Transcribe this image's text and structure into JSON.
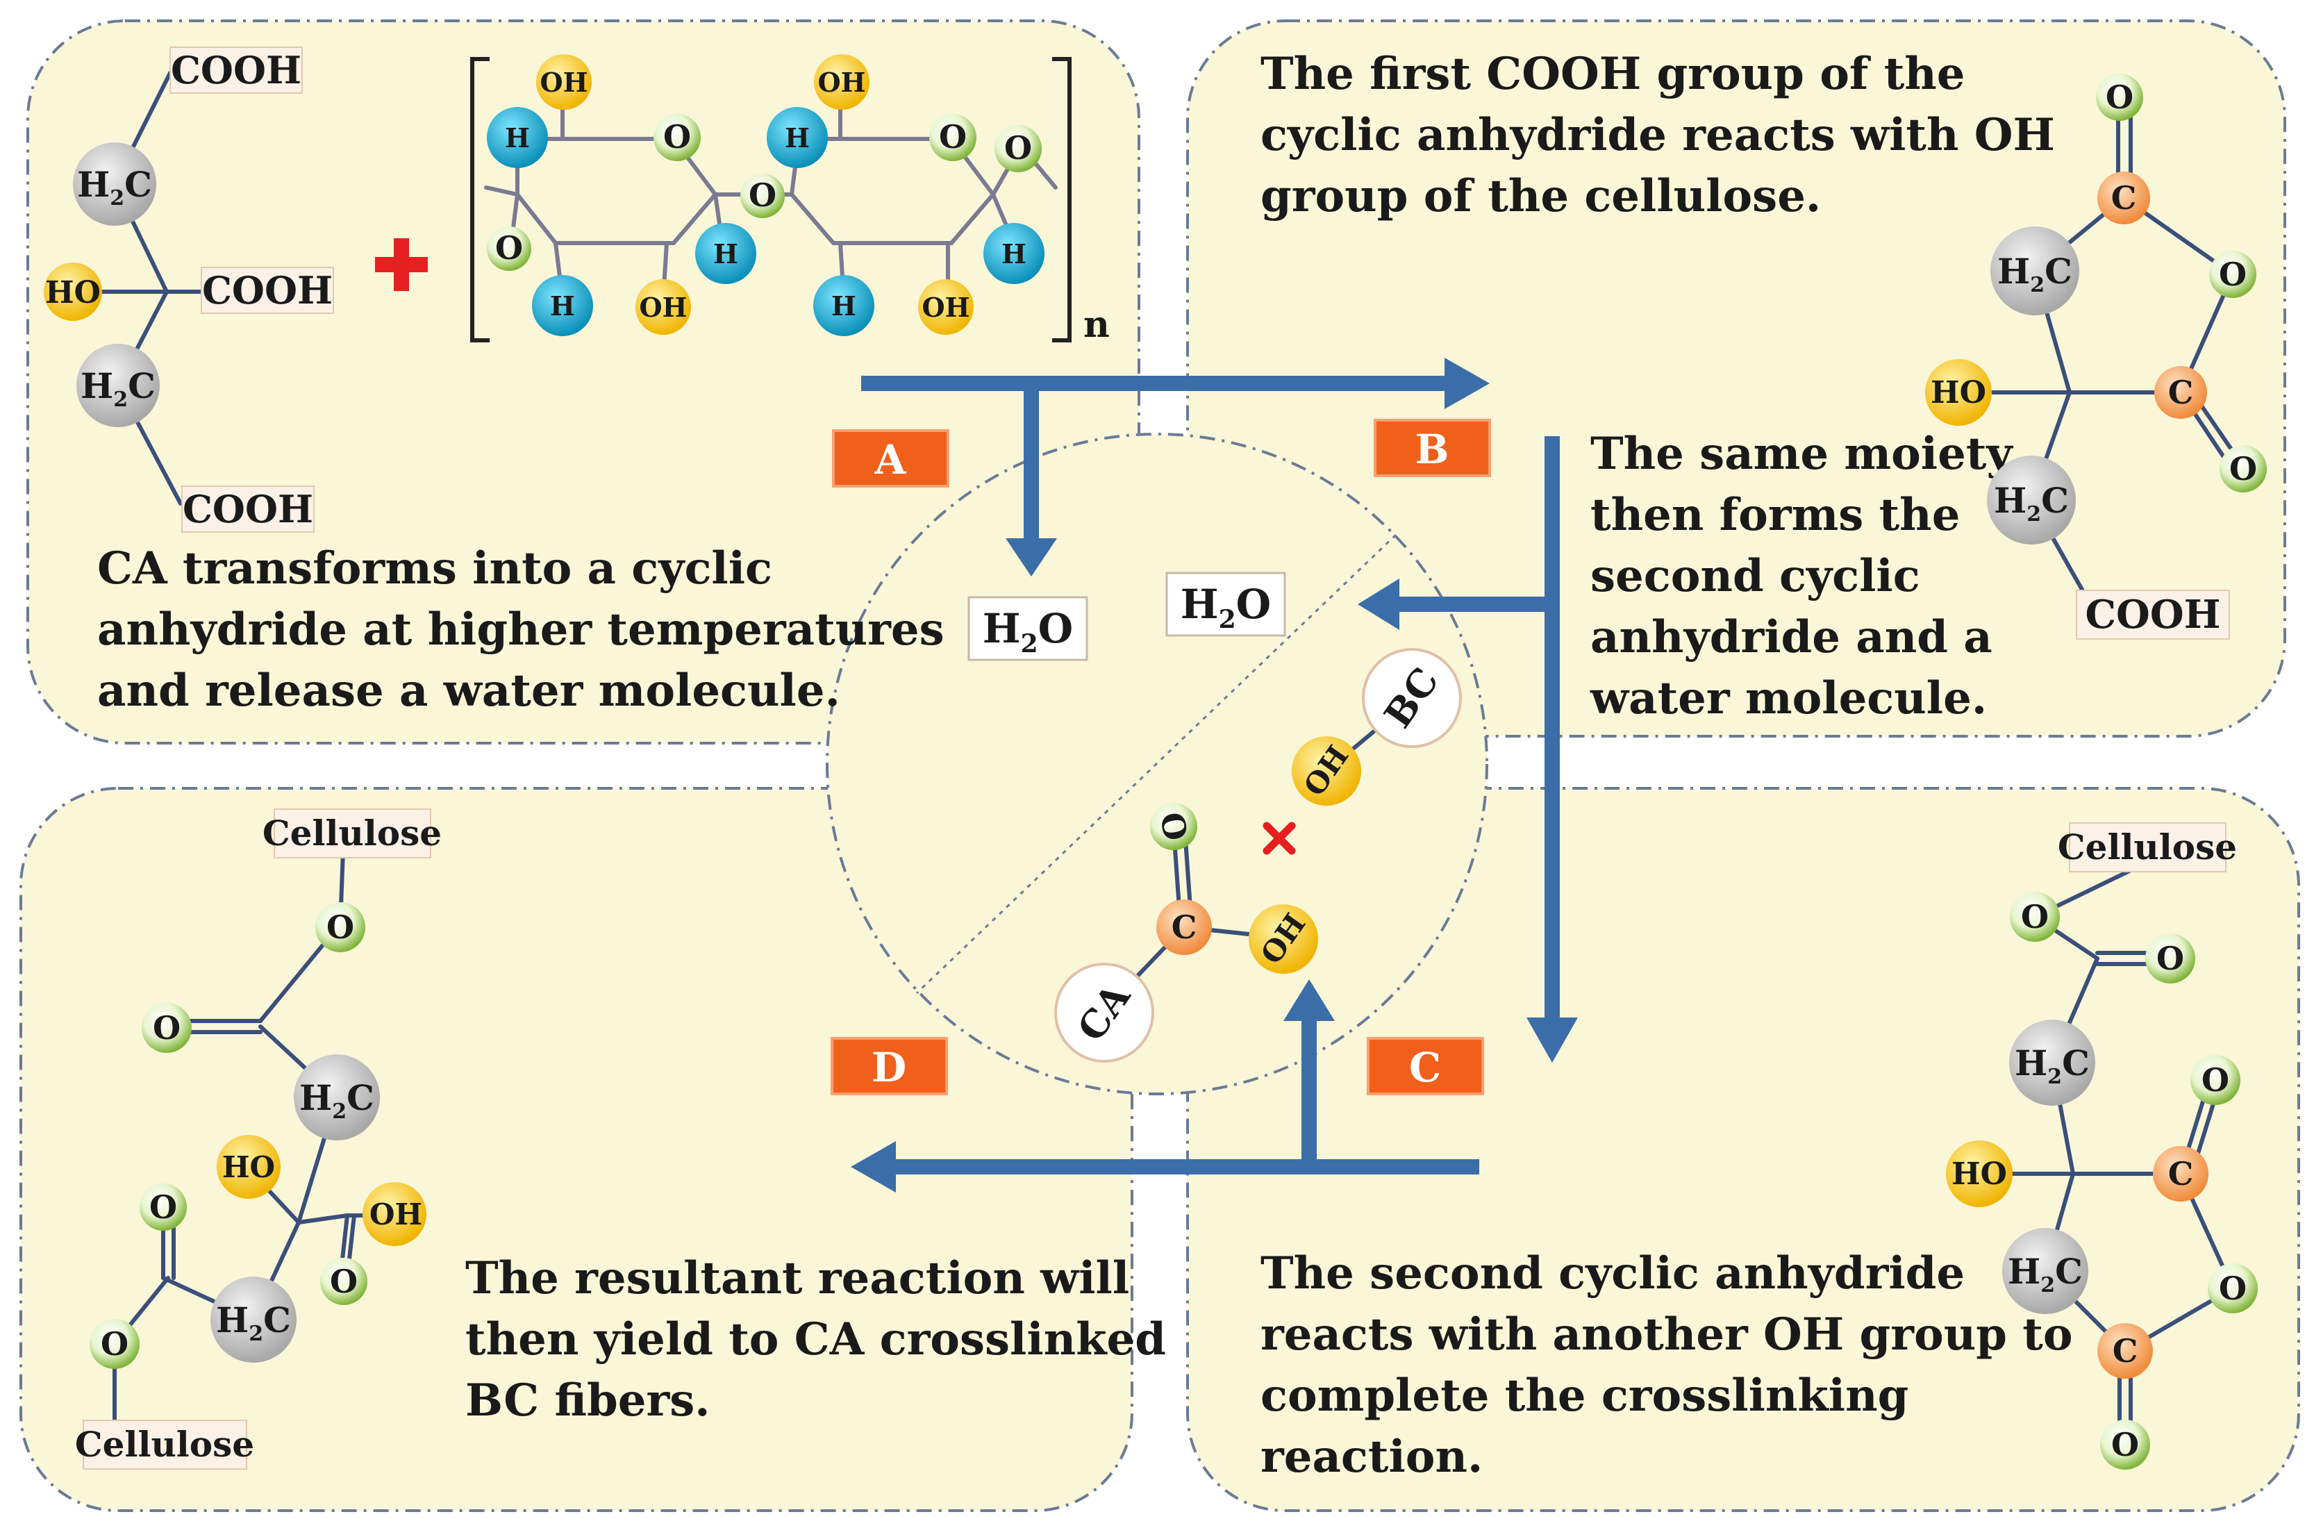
{
  "captions": {
    "a": [
      "CA transforms into a cyclic",
      "anhydride at higher temperatures",
      "and release a water molecule."
    ],
    "b": [
      "The first COOH group of the",
      "cyclic anhydride reacts with OH",
      "group of the cellulose."
    ],
    "b2": [
      "The same moiety",
      "then forms the",
      "second cyclic",
      "anhydride and  a",
      "water molecule."
    ],
    "c": [
      "The second cyclic anhydride",
      "reacts with another OH group to",
      "complete the crosslinking",
      "reaction."
    ],
    "d": [
      "The resultant reaction will",
      "then yield to CA crosslinked",
      "BC fibers."
    ]
  },
  "step_labels": {
    "a": "A",
    "b": "B",
    "c": "C",
    "d": "D"
  },
  "labels": {
    "cooh": "COOH",
    "h2c_h": "H",
    "h2c_sub": "2",
    "h2c_c": "C",
    "ho": "HO",
    "oh": "OH",
    "o": "O",
    "c": "C",
    "h": "H",
    "n": "n",
    "cellulose": "Cellulose",
    "water_h": "H",
    "water_sub": "2",
    "water_o": "O",
    "ca": "CA",
    "bc": "BC"
  },
  "colors": {
    "panel_fill": "#faf6d8",
    "arrow": "#3b6ea8",
    "step_label": "#f0601a",
    "grey_atom": "#c9c9c9",
    "yellow_atom": "#f5c518",
    "green_atom": "#8fc045",
    "orange_atom": "#f4a460",
    "cyan_atom": "#1ab5d8",
    "plus": "#e62020"
  }
}
